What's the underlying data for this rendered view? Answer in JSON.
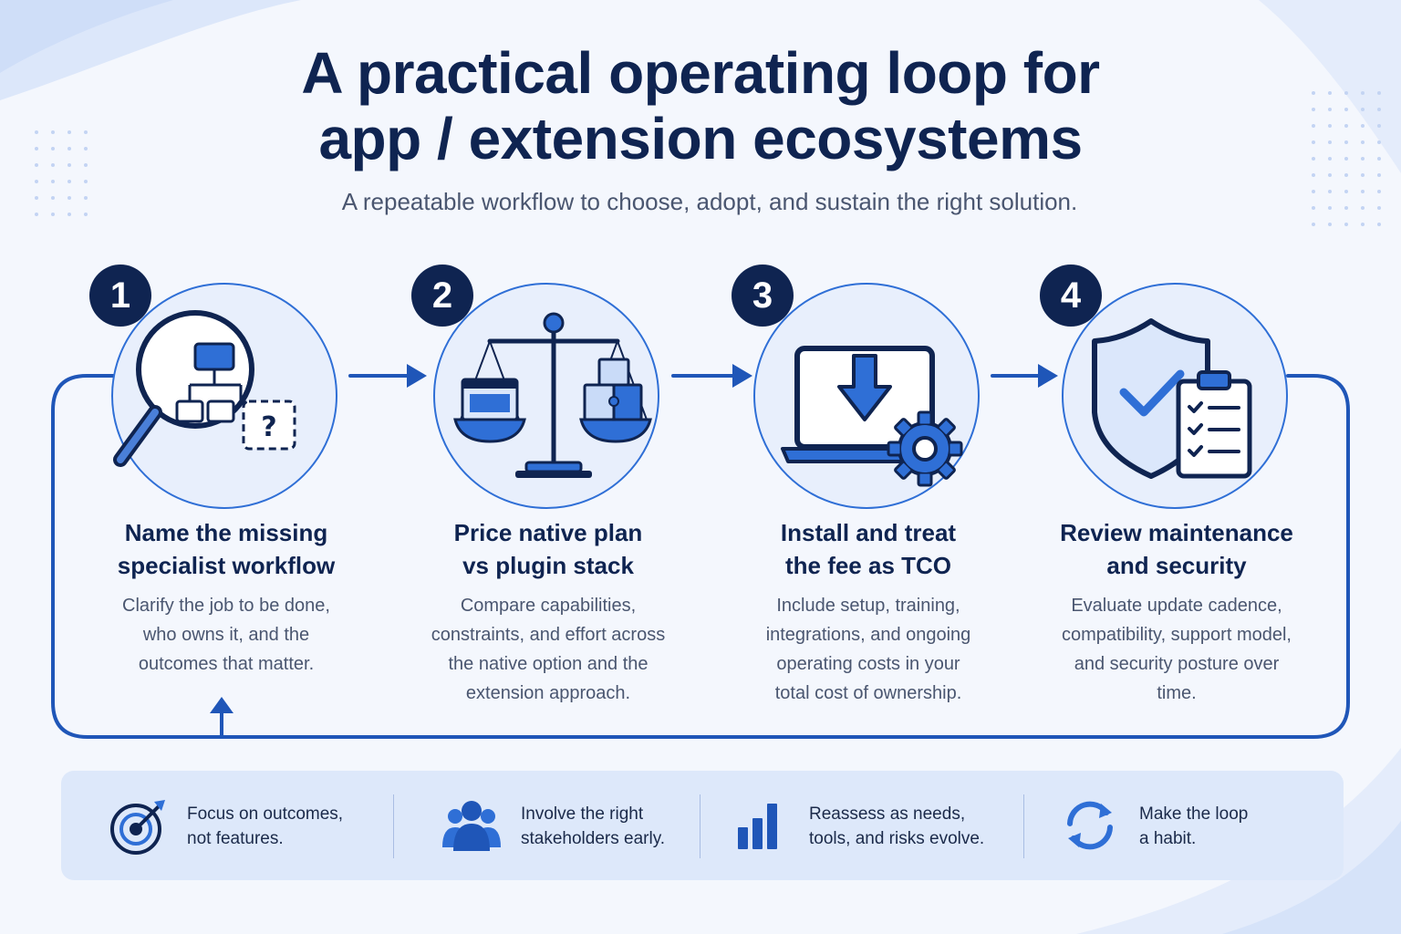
{
  "header": {
    "title_line1": "A practical operating loop for",
    "title_line2": "app / extension ecosystems",
    "subtitle": "A repeatable workflow to choose, adopt, and sustain the right solution."
  },
  "colors": {
    "navy": "#0f2451",
    "accent_blue": "#2f6fd6",
    "light_blue": "#e8effc",
    "tip_bar": "#dde8fa"
  },
  "steps": [
    {
      "number": "1",
      "icon": "magnifier-workflow-question-icon",
      "title": [
        "Name the missing",
        "specialist workflow"
      ],
      "description": [
        "Clarify the job to be done,",
        "who owns it, and the",
        "outcomes that matter."
      ]
    },
    {
      "number": "2",
      "icon": "balance-scale-icon",
      "title": [
        "Price native plan",
        "vs plugin stack"
      ],
      "description": [
        "Compare capabilities,",
        "constraints, and effort across",
        "the native option and the",
        "extension approach."
      ]
    },
    {
      "number": "3",
      "icon": "laptop-download-gear-icon",
      "title": [
        "Install and treat",
        "the fee as TCO"
      ],
      "description": [
        "Include setup, training,",
        "integrations, and ongoing",
        "operating costs in your",
        "total cost of ownership."
      ]
    },
    {
      "number": "4",
      "icon": "shield-checklist-icon",
      "title": [
        "Review maintenance",
        "and security"
      ],
      "description": [
        "Evaluate update cadence,",
        "compatibility, support model,",
        "and security posture over",
        "time."
      ]
    }
  ],
  "tips": [
    {
      "icon": "target-arrow-icon",
      "lines": [
        "Focus on outcomes,",
        "not features."
      ]
    },
    {
      "icon": "people-group-icon",
      "lines": [
        "Involve the right",
        "stakeholders early."
      ]
    },
    {
      "icon": "bar-chart-icon",
      "lines": [
        "Reassess as needs,",
        "tools, and risks evolve."
      ]
    },
    {
      "icon": "refresh-cycle-icon",
      "lines": [
        "Make the loop",
        "a habit."
      ]
    }
  ]
}
